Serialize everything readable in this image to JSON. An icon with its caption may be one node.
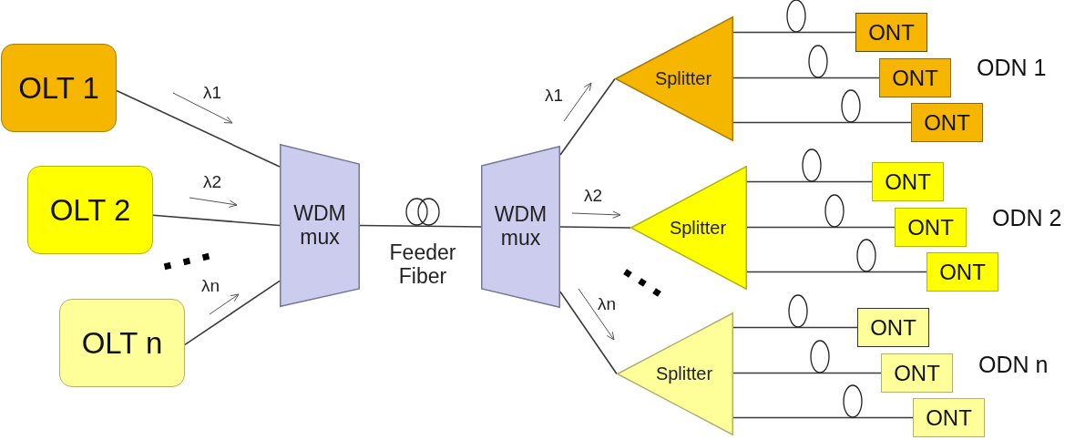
{
  "diagram": {
    "nodes": [
      {
        "text": [
          "OLT 1"
        ]
      },
      {
        "text": [
          "OLT 2"
        ]
      },
      {
        "text": [
          "OLT n"
        ]
      },
      {
        "text": [
          "WDM mux"
        ]
      },
      {
        "text": [
          "WDM mux"
        ]
      },
      {
        "text": [
          "Splitter"
        ]
      },
      {
        "text": [
          "Splitter"
        ]
      },
      {
        "text": [
          "Splitter"
        ]
      },
      {
        "text": [
          "ONT"
        ]
      },
      {
        "text": [
          "ONT"
        ]
      },
      {
        "text": [
          "ONT"
        ]
      },
      {
        "text": [
          "ONT"
        ]
      },
      {
        "text": [
          "ONT"
        ]
      },
      {
        "text": [
          "ONT"
        ]
      },
      {
        "text": [
          "ONT"
        ]
      },
      {
        "text": [
          "ONT"
        ]
      },
      {
        "text": [
          "ONT"
        ]
      }
    ],
    "edges": [
      {
        "from": 0,
        "to": 3,
        "arrow": "none",
        "label": "λ1"
      },
      {
        "from": 1,
        "to": 3,
        "arrow": "none",
        "label": "λ2"
      },
      {
        "from": 2,
        "to": 3,
        "arrow": "none",
        "label": "λn"
      },
      {
        "from": 3,
        "to": 4,
        "arrow": "none",
        "label": "Feeder Fiber"
      },
      {
        "from": 4,
        "to": 5,
        "arrow": "none",
        "label": "λ1"
      },
      {
        "from": 4,
        "to": 6,
        "arrow": "none",
        "label": "λ2"
      },
      {
        "from": 4,
        "to": 7,
        "arrow": "none",
        "label": "λn"
      },
      {
        "from": 5,
        "to": 8,
        "arrow": "none"
      },
      {
        "from": 5,
        "to": 9,
        "arrow": "none"
      },
      {
        "from": 5,
        "to": 10,
        "arrow": "none"
      },
      {
        "from": 6,
        "to": 11,
        "arrow": "none"
      },
      {
        "from": 6,
        "to": 12,
        "arrow": "none"
      },
      {
        "from": 6,
        "to": 13,
        "arrow": "none"
      },
      {
        "from": 7,
        "to": 14,
        "arrow": "none"
      },
      {
        "from": 7,
        "to": 15,
        "arrow": "none"
      },
      {
        "from": 7,
        "to": 16,
        "arrow": "none"
      }
    ],
    "labels": [
      "ODN 1",
      "ODN 2",
      "ODN n"
    ]
  }
}
